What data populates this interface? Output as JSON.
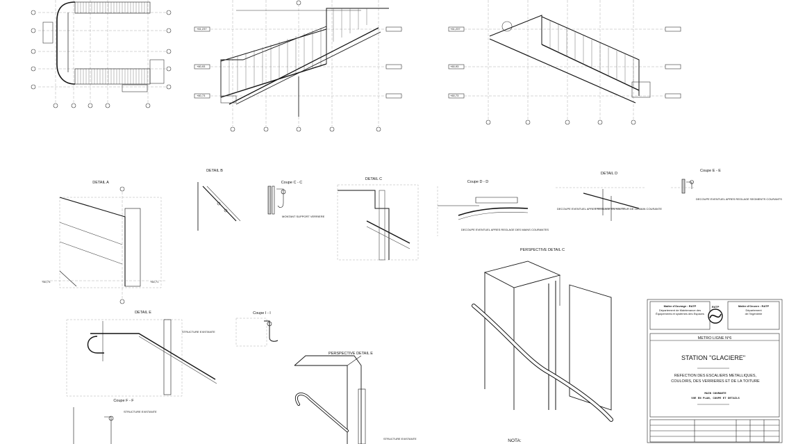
{
  "details": {
    "a": "DETAIL A",
    "b": "DETAIL B",
    "c": "DETAIL C",
    "d": "DETAIL D",
    "e": "DETAIL E",
    "coupe_cc": "Coupe C - C",
    "coupe_dd": "Coupe D - D",
    "coupe_ee": "Coupe E - E",
    "coupe_ff": "Coupe F - F",
    "coupe_ii": "Coupe I - I",
    "persp_c": "PERSPECTIVE DETAIL C",
    "persp_e": "PERSPECTIVE DETAIL E",
    "nota": "NOTA:"
  },
  "annotations": {
    "structure1": "STRUCTURE EXISTANTE",
    "structure2": "STRUCTURE EXISTANTE",
    "structure3": "STRUCTURE EXISTANTE",
    "decoupe1": "DECOUPE EVENTUEL APRES REGLAGE SEGMENTS COURANTS",
    "decoupe2": "DECOUPE EVENTUEL APRES REGLAGE EN HAUTEUR DE LA MAIN COURANTE",
    "decoupe3": "DECOUPE EVENTUEL APRES REGLAGE DES MAINS COURANTES",
    "montant": "MONTANT SUPPORT VERRIERE"
  },
  "levels": {
    "l1": "+61,237",
    "l2": "+60,93",
    "l3": "+60,73",
    "l4": "+61,237",
    "l5": "+60,93",
    "l6": "+60,73",
    "l7": "+60,73",
    "l8": "+60,71"
  },
  "title_block": {
    "moa_title": "Maître d'Ouvrage : RATP",
    "moa_line1": "Département de Maintenance des",
    "moa_line2": "Équipements et systèmes des Espaces",
    "moe_title": "Maître d'Oeuvre : RATP",
    "moe_line1": "Département",
    "moe_line2": "de l'Ingénierie",
    "logo_text": "RATP",
    "line": "METRO LIGNE N°6",
    "station": "STATION \"GLACIERE\"",
    "desc1": "REFECTION DES ESCALIERS METALLIQUES,",
    "desc2": "COULOIRS, DES VERRIERES ET DE LA TOITURE",
    "drawing1": "MAIN COURANTE",
    "drawing2": "VUE EN PLAN, COUPE ET DETAILS"
  }
}
